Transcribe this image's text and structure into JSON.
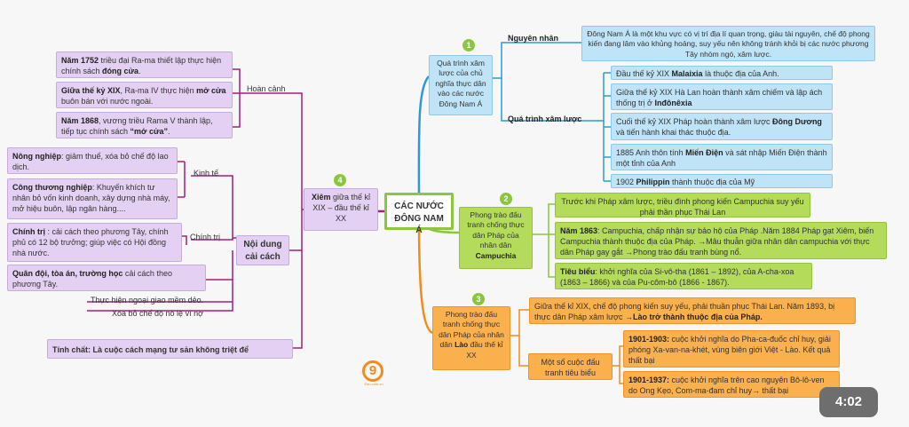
{
  "center": {
    "title": "CÁC NƯỚC ĐÔNG NAM Á"
  },
  "badges": [
    "1",
    "2",
    "3",
    "4"
  ],
  "branch1": {
    "title": "Quá trình xâm lược của chủ nghĩa thực dân vào các nước Đông Nam Á",
    "cause_label": "Nguyên nhân",
    "cause_text": "Đông Nam Á là một khu vực có vị trí địa lí quan trọng, giàu tài nguyên, chế độ phong kiến đang lâm vào khủng hoảng, suy yếu nên không tránh khỏi bị các nước phương Tây nhòm ngó, xâm lược.",
    "process_label": "Quá trình xâm lược",
    "items": [
      {
        "pre": "Đầu thế kỷ XIX ",
        "b": "Malaixia",
        "post": " là thuộc địa của Anh."
      },
      {
        "pre": "Giữa thế kỷ XIX Hà Lan hoàn thành xâm chiếm và lập ách thống trị ở ",
        "b": "Inđônêxia",
        "post": ""
      },
      {
        "pre": "Cuối thế kỷ XIX Pháp hoàn thành xâm lược ",
        "b": "Đông Dương",
        "post": " và tiến hành khai thác thuộc địa."
      },
      {
        "pre": "1885 Anh thôn tính ",
        "b": "Miến Điện",
        "post": " và sát nhập Miến Điện thành một tỉnh của Anh"
      },
      {
        "pre": "1902 ",
        "b": "Philippin",
        "post": " thành thuộc địa của Mỹ"
      }
    ]
  },
  "branch2": {
    "title_pre": "Phong trào đấu tranh chống thực dân Pháp của nhân dân",
    "title_b": "Campuchia",
    "item1": "Trước khi Pháp xâm lược, triều đình phong kiến Campuchia suy yếu phải thần phục Thái Lan",
    "item2_b": "Năm 1863",
    "item2": ": Campuchia, chấp nhận sự bảo hộ của Pháp .Năm 1884 Pháp gạt Xiêm, biến Campuchia thành thuộc địa của Pháp. →Mâu thuẫn giữa nhân dân campuchia với thực dân Pháp gay gắt →Phong trào đấu tranh bùng nổ.",
    "item3_b": "Tiêu biểu",
    "item3": ": khởi nghĩa của Si-vô-tha (1861 – 1892), của A-cha-xoa (1863 – 1866) và của Pu-côm-bô (1866 - 1867)."
  },
  "branch3": {
    "title_pre": "Phong trào đấu tranh chống thực dân Pháp của nhân dân",
    "title_b": "Lào",
    "title_post": "đầu thế kỉ XX",
    "item1": "Giữa thế kỉ XIX, chế độ phong kiến suy yếu, phải thuần phục Thái Lan. Năm 1893, bị thực dân Pháp xâm lược",
    "item1_b": "→Lào trở thành thuộc địa của Pháp.",
    "sub_label": "Một số cuộc đấu tranh tiêu biểu",
    "sub1_b": "1901-1903:",
    "sub1": " cuộc khởi nghĩa do Pha-ca-đuốc chỉ huy, giải phóng Xa-van-na-khét, vùng biên giới Việt - Lào. Kết quả thất bại",
    "sub2_b": "1901-1937:",
    "sub2": " cuộc khởi nghĩa trên cao nguyên Bô-lô-ven do Ong Kẹo, Com-ma-đam chỉ huy→ thất bại"
  },
  "branch4": {
    "title_b": "Xiêm",
    "title": " giữa thế kỉ XIX – đầu thế kỉ XX",
    "context_label": "Hoàn cảnh",
    "context": [
      {
        "b": "Năm 1752",
        "pre": " triều đại Ra-ma thiết lập thực hiện chính sách ",
        "b2": "đóng cửa",
        "post": "."
      },
      {
        "b": "Giữa thế kỷ XIX",
        "pre": ", Ra-ma IV thực hiện ",
        "b2": "mở cửa",
        "post": " buôn bán với nước ngoài."
      },
      {
        "b": "Năm 1868",
        "pre": ", vương triều Rama V thành lập, tiếp tục chính sách ",
        "b2": "“mở cửa”",
        "post": "."
      }
    ],
    "content_label": "Nội dung cải cách",
    "econ_label": "Kinh tế",
    "econ1_b": "Nông nghiệp",
    "econ1": ": giảm thuế, xóa bỏ chế độ lao dịch.",
    "econ2_b": "Công thương nghiệp",
    "econ2": ": Khuyến khích tư nhân bỏ vốn kinh doanh, xây dựng nhà máy, mở hiệu buôn, lập ngân hàng....",
    "pol_label": "Chính trị",
    "pol1_b": "Chính trị",
    "pol1": " : cải cách theo phương Tây, chính phủ có 12 bộ trưởng; giúp việc có Hội đồng nhà nước.",
    "mil_b": "Quân đội, tòa án, trường học",
    "mil": " cải cách theo phương Tây.",
    "foreign": "Thực hiện ngoại giao mềm dẻo.",
    "slavery": "Xóa bỏ chế độ nô lệ vì nợ",
    "nature": "Tính chất: Là cuộc cách mạng tư sản không triệt để"
  },
  "logo": {
    "text": "9",
    "caption": "Edu.com.vn"
  },
  "video": {
    "duration": "4:02"
  }
}
